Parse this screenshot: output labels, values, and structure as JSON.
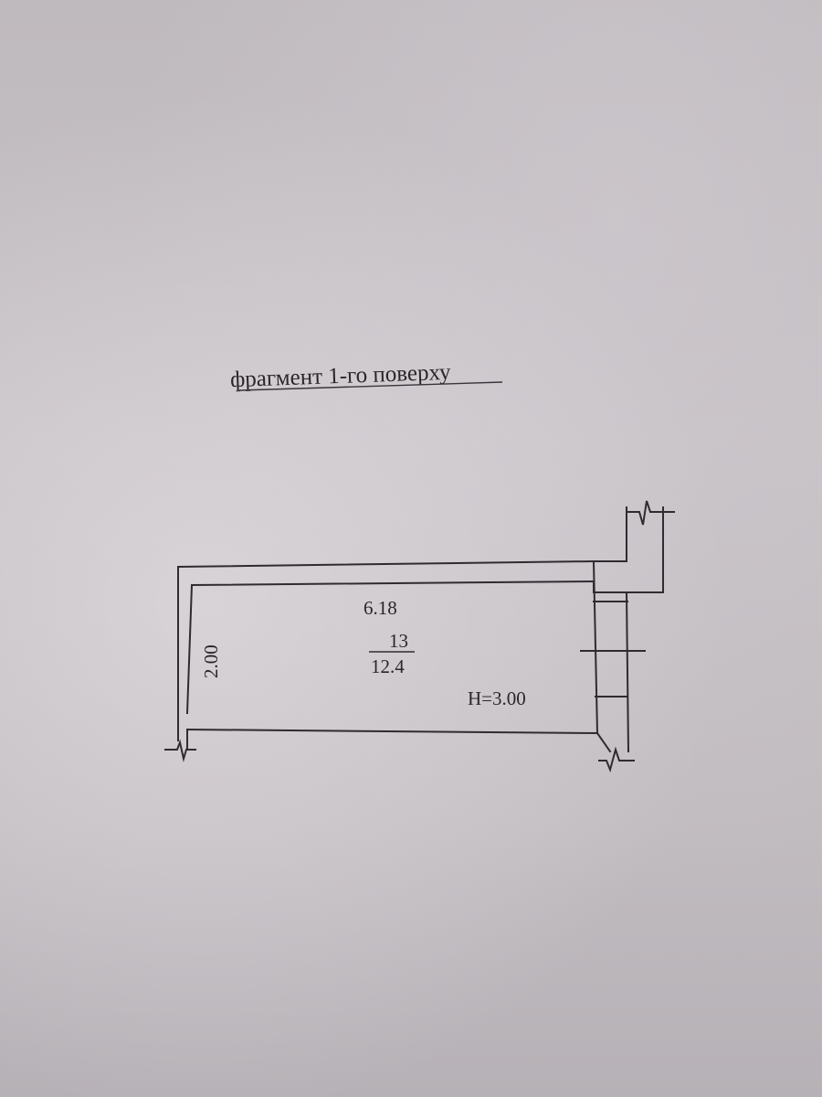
{
  "title": "фрагмент 1-го поверху",
  "room": {
    "length": "6.18",
    "width": "2.00",
    "number": "13",
    "area": "12.4",
    "height": "H=3.00"
  }
}
